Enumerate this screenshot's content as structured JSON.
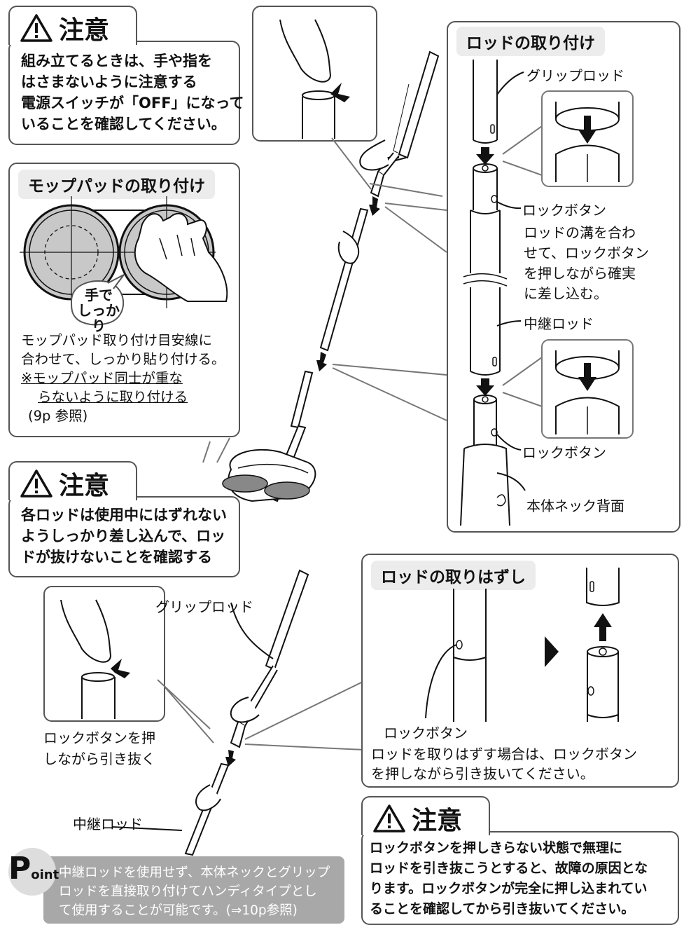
{
  "caution1": {
    "title": "注意",
    "lines": [
      "組み立てるときは、手や指を",
      "はさまないように注意する",
      "電源スイッチが「OFF」になって",
      "いることを確認してください。"
    ]
  },
  "mop": {
    "title": "モップパッドの取り付け",
    "bubble_line1": "手で",
    "bubble_line2": "しっかり",
    "desc1": "モップパッド取り付け目安線に",
    "desc2": "合わせて、しっかり貼り付ける。",
    "note1": "※モップパッド同士が重な",
    "note2": "らないように取り付ける",
    "ref": "(9p 参照)"
  },
  "rod_attach": {
    "title": "ロッドの取り付け",
    "grip_rod": "グリップロッド",
    "lock_button_1": "ロックボタン",
    "instruction": [
      "ロッドの溝を合わ",
      "せて、ロックボタン",
      "を押しながら確実",
      "に差し込む。"
    ],
    "relay_rod": "中継ロッド",
    "lock_button_2": "ロックボタン",
    "neck_back": "本体ネック背面"
  },
  "caution2": {
    "title": "注意",
    "lines": [
      "各ロッドは使用中にはずれない",
      "ようしっかり差し込んで、ロッ",
      "ドが抜けないことを確認する"
    ]
  },
  "lower_left": {
    "grip_rod": "グリップロッド",
    "instruction": [
      "ロックボタンを押",
      "しながら引き抜く"
    ],
    "relay_rod": "中継ロッド"
  },
  "rod_remove": {
    "title": "ロッドの取りはずし",
    "lock_button": "ロックボタン",
    "desc": [
      "ロッドを取りはずす場合は、ロックボタン",
      "を押しながら引き抜いてください。"
    ]
  },
  "caution3": {
    "title": "注意",
    "lines": [
      "ロックボタンを押しきらない状態で無理に",
      "ロッドを引き抜こうとすると、故障の原因とな",
      "ります。ロックボタンが完全に押し込まれてい",
      "ることを確認してから引き抜いてください。"
    ]
  },
  "point": {
    "badge_letter": "P",
    "badge_rest": "oint",
    "lines": [
      "中継ロッドを使用せず、本体ネックとグリップ",
      "ロッドを直接取り付けてハンディタイプとし",
      "て使用することが可能です。(⇒10p参照)"
    ]
  },
  "colors": {
    "border": "#555555",
    "tab_bg": "#ececec",
    "point_bg": "#a8a8a8",
    "pad_fill": "#c8c8c8"
  }
}
